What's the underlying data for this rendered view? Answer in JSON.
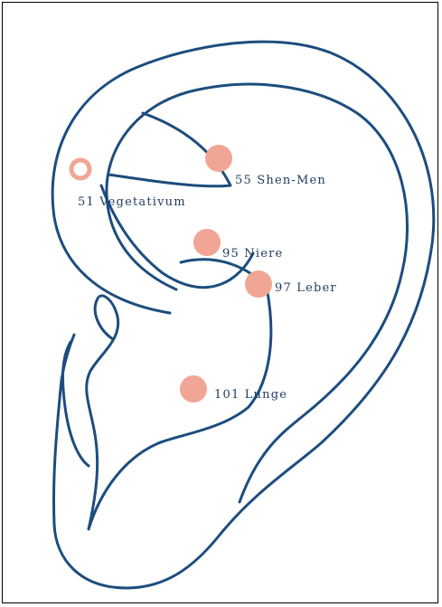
{
  "colors": {
    "outline": "#1d4d7e",
    "point_fill": "#f1a595",
    "label": "#1f3a5f",
    "frame": "#000000"
  },
  "points": [
    {
      "id": "51",
      "name": "Vegetativum",
      "label": "51  Vegetativum",
      "style": "ring"
    },
    {
      "id": "55",
      "name": "Shen-Men",
      "label": "55  Shen-Men",
      "style": "filled"
    },
    {
      "id": "95",
      "name": "Niere",
      "label": "95  Niere",
      "style": "filled"
    },
    {
      "id": "97",
      "name": "Leber",
      "label": "97 Leber",
      "style": "filled"
    },
    {
      "id": "101",
      "name": "Lunge",
      "label": "101  Lunge",
      "style": "filled"
    }
  ]
}
